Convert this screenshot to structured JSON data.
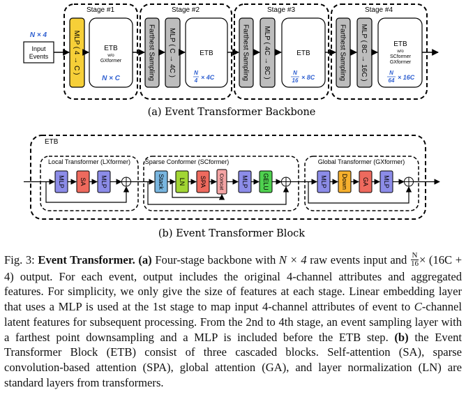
{
  "backbone": {
    "stages": [
      "Stage #1",
      "Stage #2",
      "Stage #3",
      "Stage #4"
    ],
    "input_size": "N × 4",
    "input_box": [
      "Input",
      "Events"
    ],
    "mlp1": "MLP ( 4 → C )",
    "etb1": [
      "ETB",
      "w/o",
      "GXformer"
    ],
    "etb1_size": "N × C",
    "sampling": "Farthest Sampling",
    "mlp2": "MLP ( C → 4C )",
    "mlp3": "MLP ( 4C → 8C )",
    "mlp4": "MLP ( 8C → 16C )",
    "etb": "ETB",
    "etb4": [
      "ETB",
      "w/o",
      "SCformer",
      "GXformer"
    ],
    "sizes": [
      {
        "num": "N",
        "den": "4",
        "rest": "× 4C"
      },
      {
        "num": "N",
        "den": "16",
        "rest": "× 8C"
      },
      {
        "num": "N",
        "den": "64",
        "rest": "× 16C"
      }
    ],
    "caption": "(a) Event Transformer Backbone"
  },
  "block": {
    "etb_label": "ETB",
    "lx_title": "Local Transformer (LXformer)",
    "sc_title": "Sparse Conformer (SCformer)",
    "gx_title": "Global Transformer (GXformer)",
    "mlp": "MLP",
    "sa": "SA",
    "stack": "Stack",
    "ln": "LN",
    "spa": "SPA",
    "concat": "Concat",
    "gelu": "GELU",
    "down": "Down",
    "ga": "GA",
    "caption": "(b) Event Transformer Block"
  },
  "colors": {
    "mlp": "#8c8ce8",
    "sa": "#ee6a5e",
    "stack": "#79b6e0",
    "ln": "#a2d634",
    "spa": "#ee6a5e",
    "concat": "#f4a4a4",
    "gelu": "#4fd04f",
    "down": "#f6b02e",
    "ga": "#ee6a5e",
    "mlp_stage1": "#f6cf38",
    "gray": "#bdbdbd",
    "size_text": "#2e5fd0"
  },
  "caption": {
    "fig": "Fig. 3:",
    "title": "Event Transformer.",
    "a": "(a)",
    "t1": "Four-stage backbone with",
    "m1": "N × 4",
    "t2": "raw events input and",
    "frac_num": "N",
    "frac_den": "16",
    "m2": "× (16C + 4)",
    "t3": "output. For each event, output includes the original 4-channel attributes and aggregated features. For simplicity, we only give the size of features at each stage. Linear embedding layer that uses a MLP is used at the 1st stage to map input 4-channel attributes of event to",
    "m3": "C",
    "t4": "-channel latent features for subsequent processing. From the 2nd to 4th stage, an event sampling layer with a farthest point downsampling and a MLP is included before the ETB step.",
    "b": "(b)",
    "t5": "the Event Transformer Block (ETB) consist of three cascaded blocks. Self-attention (SA), sparse convolution-based attention (SPA), global attention (GA), and layer normalization (LN) are standard layers from transformers."
  }
}
